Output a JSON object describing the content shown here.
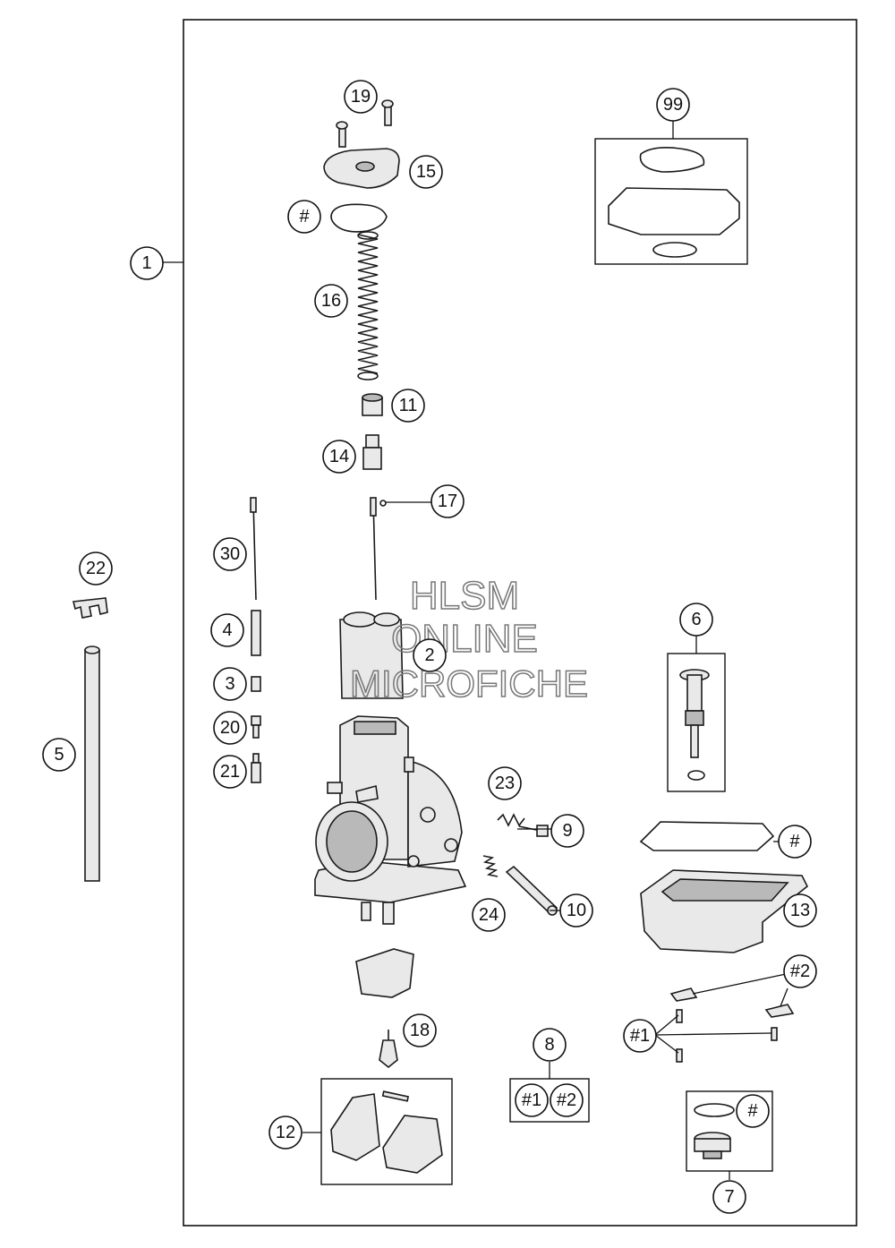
{
  "diagram": {
    "callouts": {
      "c1": "1",
      "c2": "2",
      "c3": "3",
      "c4": "4",
      "c5": "5",
      "c6": "6",
      "c7": "7",
      "c8": "8",
      "c9": "9",
      "c10": "10",
      "c11": "11",
      "c12": "12",
      "c13": "13",
      "c14": "14",
      "c15": "15",
      "c16": "16",
      "c17": "17",
      "c18": "18",
      "c19": "19",
      "c20": "20",
      "c21": "21",
      "c22": "22",
      "c23": "23",
      "c24": "24",
      "c30": "30",
      "c99": "99",
      "hash_a": "#",
      "hash_b": "#",
      "hash_c": "#",
      "h1_a": "#1",
      "h2_a": "#2",
      "h1_b": "#1",
      "h2_b": "#2"
    },
    "watermark": {
      "line1": "HLSM",
      "line2": "ONLINE",
      "line3": "MICROFICHE"
    }
  }
}
